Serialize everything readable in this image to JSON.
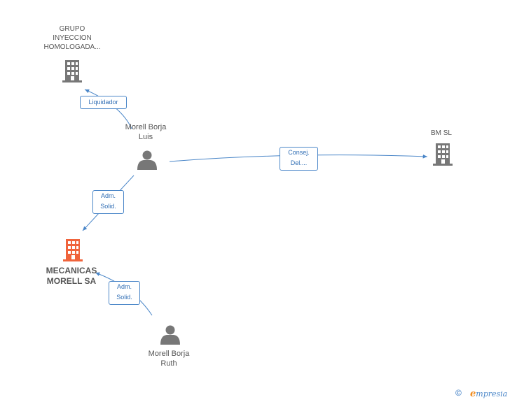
{
  "nodes": {
    "grupo": {
      "label": "GRUPO\nINYECCION\nHOMOLOGADA...",
      "icon": "building-icon",
      "color": "#777777"
    },
    "luis": {
      "label": "Morell Borja\nLuis",
      "icon": "person-icon",
      "color": "#777777"
    },
    "bm": {
      "label": "BM SL",
      "icon": "building-icon",
      "color": "#777777"
    },
    "mecanicas": {
      "label": "MECANICAS\nMORELL SA",
      "icon": "building-icon",
      "color": "#f0643c"
    },
    "ruth": {
      "label": "Morell Borja\nRuth",
      "icon": "person-icon",
      "color": "#777777"
    }
  },
  "edges": {
    "liquidador": {
      "label": "Liquidador"
    },
    "consej": {
      "label": "Consej.\nDel...."
    },
    "adm1": {
      "label": "Adm.\nSolid."
    },
    "adm2": {
      "label": "Adm.\nSolid."
    }
  },
  "colors": {
    "edge": "#4a86c8",
    "node_gray": "#777777",
    "node_main": "#f0643c"
  },
  "footer": {
    "copyright": "©",
    "brand_initial": "e",
    "brand_rest": "mpresia"
  }
}
